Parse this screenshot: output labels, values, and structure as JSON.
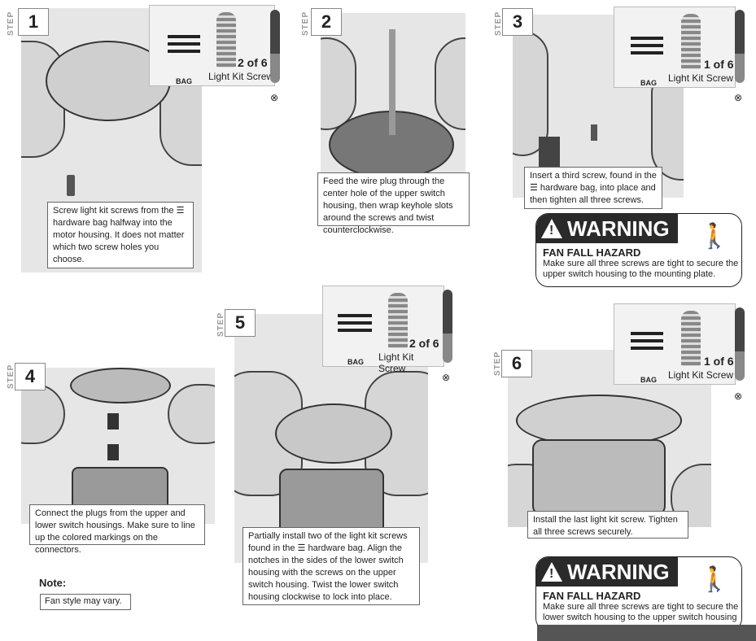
{
  "steps": [
    {
      "label": "STEP",
      "number": "1",
      "caption": "Screw light kit screws from the ☰ hardware bag halfway into the motor housing. It does not matter which two screw holes you choose.",
      "bag": {
        "count": "2 of 6",
        "name": "Light Kit Screw",
        "tag": "BAG"
      }
    },
    {
      "label": "STEP",
      "number": "2",
      "caption": "Feed the wire plug through the center hole of the upper switch housing, then wrap keyhole slots around the screws and twist counterclockwise."
    },
    {
      "label": "STEP",
      "number": "3",
      "caption": "Insert a third screw, found in the ☰ hardware bag, into place and then tighten all three screws.",
      "bag": {
        "count": "1 of 6",
        "name": "Light Kit Screw",
        "tag": "BAG"
      }
    },
    {
      "label": "STEP",
      "number": "4",
      "caption": "Connect the plugs from the upper and lower switch housings. Make sure to line up the colored markings on the connectors."
    },
    {
      "label": "STEP",
      "number": "5",
      "caption": "Partially install two of the light kit screws found in the ☰ hardware bag. Align the notches in the sides of the lower switch housing with the screws on the upper switch housing. Twist the lower switch housing clockwise to lock into place.",
      "bag": {
        "count": "2 of 6",
        "name": "Light Kit Screw",
        "tag": "BAG"
      }
    },
    {
      "label": "STEP",
      "number": "6",
      "caption": "Install the last light kit screw. Tighten all three screws securely.",
      "bag": {
        "count": "1 of 6",
        "name": "Light Kit Screw",
        "tag": "BAG"
      }
    }
  ],
  "warnings": [
    {
      "title": "WARNING",
      "hazard": "FAN FALL HAZARD",
      "text": "Make sure all three screws are tight to secure the upper switch housing to the mounting plate."
    },
    {
      "title": "WARNING",
      "hazard": "FAN FALL HAZARD",
      "text": "Make sure all three screws are tight to secure the lower switch housing to the upper switch housing"
    }
  ],
  "note": {
    "title": "Note:",
    "text": "Fan style may vary."
  }
}
